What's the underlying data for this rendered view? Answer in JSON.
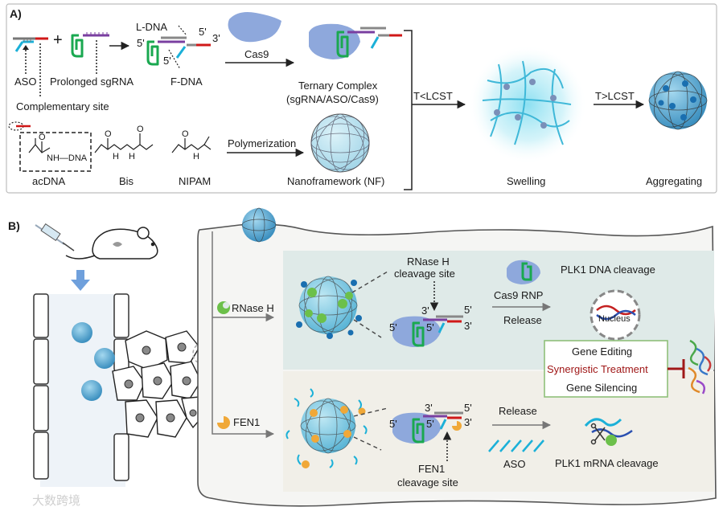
{
  "panel_a": {
    "tag": "A)",
    "aso": "ASO",
    "plus": "+",
    "prolonged_sgrna": "Prolonged sgRNA",
    "l_dna": "L-DNA",
    "f_dna": "F-DNA",
    "five_prime": "5'",
    "three_prime": "3'",
    "complementary_site": "Complementary site",
    "cas9": "Cas9",
    "ternary_complex": "Ternary Complex",
    "ternary_complex_sub": "(sgRNA/ASO/Cas9)",
    "acdna": "acDNA",
    "nh_dna": "NH—DNA",
    "bis": "Bis",
    "nipam": "NIPAM",
    "polymerization": "Polymerization",
    "nanoframework": "Nanoframework (NF)",
    "t_below": "T<LCST",
    "t_above": "T>LCST",
    "swelling": "Swelling",
    "aggregating": "Aggregating"
  },
  "panel_b": {
    "tag": "B)",
    "rnase_h": "RNase H",
    "rnase_h_site_1": "RNase H",
    "rnase_h_site_2": "cleavage site",
    "cas9_rnp": "Cas9 RNP",
    "release": "Release",
    "plk1_dna": "PLK1 DNA cleavage",
    "nucleus": "Nucleus",
    "gene_editing": "Gene Editing",
    "synergistic": "Synergistic Treatment",
    "gene_silencing": "Gene Silencing",
    "fen1": "FEN1",
    "aso": "ASO",
    "fen1_site_1": "FEN1",
    "fen1_site_2": "cleavage site",
    "plk1_mrna": "PLK1 mRNA cleavage",
    "five_prime": "5'",
    "three_prime": "3'"
  },
  "watermark": "大数跨境",
  "colors": {
    "sgrna": "#1aa850",
    "aso": "#1bb0d8",
    "l_dna": "#7a3fa0",
    "f_dna": "#d01818",
    "cas9": "#8ea8dc",
    "nf": "#3fb8d8",
    "enzyme": "#6cc04a",
    "fen1": "#f0a838",
    "highlight": "#a01818"
  }
}
